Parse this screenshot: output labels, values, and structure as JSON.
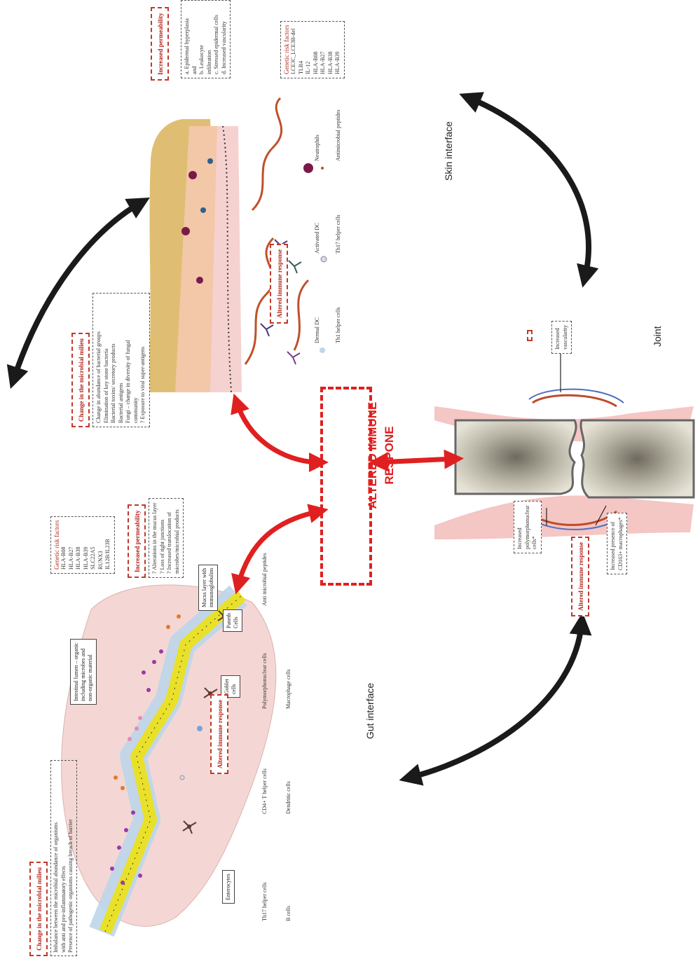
{
  "central": {
    "line1": "ALTERED IMMUNE",
    "line2": "RESPONE"
  },
  "interfaces": {
    "gut": "Gut interface",
    "skin": "Skin interface",
    "joint": "Joint"
  },
  "gut": {
    "microbial_title": "Change in the microbial milieu",
    "microbial_items": [
      "Imbalance between the microbial abundance of organisms",
      "with anti and pro-inflammatory effects",
      "Presence of pathogenic organisms causing breach of barrier"
    ],
    "lumen_label": [
      "Intestinal lumen – organic",
      "including microbes and",
      "non-organic material"
    ],
    "permeability_title": "Increased permeability",
    "permeability_items": [
      "? Alterations in the mucus layer",
      "? Loss of tight junctions",
      "? Increased translocation of",
      "microbes/microbial products"
    ],
    "genetic_title": "Genetic risk factors",
    "genetic_items": [
      "HLA-B08",
      "HLA-B27",
      "HLA-B38",
      "HLA-B39",
      "SLC22A5",
      "RUNX3",
      "IL12B/IL23R"
    ],
    "mucus_label": [
      "Mucus layer with",
      "immunoglobulins"
    ],
    "paneth_label": [
      "Paneth",
      "Cells"
    ],
    "goblet_label": [
      "Goblet",
      "cells"
    ],
    "enterocytes_label": "Enterocytes",
    "immune_title": "Altered immune response",
    "legend": [
      "Th17 helper cells",
      "B cells",
      "CD4+ T helper cells",
      "Dendritic cells",
      "Polymorphonuclear cells",
      "Macrophage cells",
      "Anti microbial peptides"
    ]
  },
  "skin": {
    "microbial_title": "Change in the microbial milieu",
    "microbial_items": [
      "Change in abundance of bacterial groups",
      "Elimination of key stone bacteria",
      "Bacterial toxins/ secretory products",
      "Bacterial antigens",
      "Fungi – change in diversity of fungal",
      "community",
      "? Exposure to viral super-antigens"
    ],
    "permeability_title": "Increased permeability",
    "permeability_items": [
      "a. Epidermal hyperplasia",
      "and",
      "b. Leukocyte",
      "infiltration",
      "c. Stressed epidermal cells",
      "",
      "d. Increased vascularity"
    ],
    "genetic_title": "Genetic risk factors",
    "genetic_items": [
      "LCE3C_LCE3B-del",
      "TLR4",
      "IL-12",
      "HLA-B08",
      "HLA-B27",
      "HLA-B38",
      "HLA-B39"
    ],
    "immune_title": "Altered immune response",
    "legend": [
      "Dermal DC",
      "Th1 helper cells",
      "Activated DC",
      "Th17 helper cells",
      "Neutrophils",
      "Antimicrobial peptides"
    ]
  },
  "joint": {
    "immune_title": "Altered immune response",
    "vascularity_label": [
      "Increased",
      "vascularity"
    ],
    "polymorph_label": [
      "Increased",
      "polymorphonuclear",
      "cells*"
    ],
    "cd163_label": [
      "Increased presence of",
      "CD163+ macrophages*"
    ]
  },
  "colors": {
    "accent_red": "#e02020",
    "box_red": "#b5281e",
    "arrow_black": "#1a1a1a",
    "tissue_pink": "#f2c9c6"
  }
}
